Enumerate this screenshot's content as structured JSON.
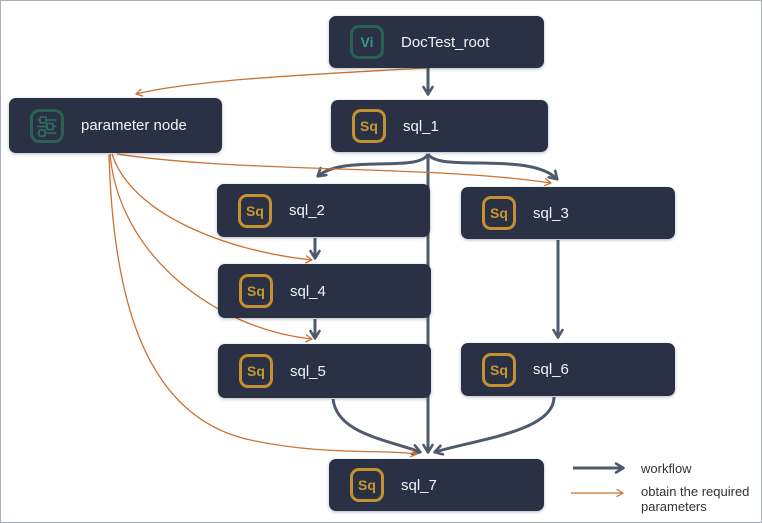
{
  "diagram": {
    "type": "workflow-dag",
    "nodes": [
      {
        "id": "DocTest_root",
        "label": "DocTest_root",
        "icon": "Vi",
        "icon_kind": "view",
        "accent": "teal"
      },
      {
        "id": "parameter_node",
        "label": "parameter node",
        "icon": "",
        "icon_kind": "sliders",
        "accent": "teal"
      },
      {
        "id": "sql_1",
        "label": "sql_1",
        "icon": "Sq",
        "icon_kind": "sql",
        "accent": "amber"
      },
      {
        "id": "sql_2",
        "label": "sql_2",
        "icon": "Sq",
        "icon_kind": "sql",
        "accent": "amber"
      },
      {
        "id": "sql_3",
        "label": "sql_3",
        "icon": "Sq",
        "icon_kind": "sql",
        "accent": "amber"
      },
      {
        "id": "sql_4",
        "label": "sql_4",
        "icon": "Sq",
        "icon_kind": "sql",
        "accent": "amber"
      },
      {
        "id": "sql_5",
        "label": "sql_5",
        "icon": "Sq",
        "icon_kind": "sql",
        "accent": "amber"
      },
      {
        "id": "sql_6",
        "label": "sql_6",
        "icon": "Sq",
        "icon_kind": "sql",
        "accent": "amber"
      },
      {
        "id": "sql_7",
        "label": "sql_7",
        "icon": "Sq",
        "icon_kind": "sql",
        "accent": "amber"
      }
    ],
    "edges": {
      "workflow": [
        [
          "DocTest_root",
          "sql_1"
        ],
        [
          "sql_1",
          "sql_2"
        ],
        [
          "sql_1",
          "sql_3"
        ],
        [
          "sql_1",
          "sql_7"
        ],
        [
          "sql_2",
          "sql_4"
        ],
        [
          "sql_4",
          "sql_5"
        ],
        [
          "sql_3",
          "sql_6"
        ],
        [
          "sql_5",
          "sql_7"
        ],
        [
          "sql_6",
          "sql_7"
        ]
      ],
      "parameter": [
        [
          "DocTest_root",
          "parameter_node"
        ],
        [
          "parameter_node",
          "sql_3"
        ],
        [
          "parameter_node",
          "sql_4"
        ],
        [
          "parameter_node",
          "sql_5"
        ],
        [
          "parameter_node",
          "sql_7"
        ]
      ]
    },
    "legend": {
      "workflow_label": "workflow",
      "parameter_label": "obtain the required parameters"
    },
    "colors": {
      "node_bg": "#2a3144",
      "node_text": "#f2f4f7",
      "workflow_edge": "#4e5a6e",
      "parameter_edge": "#cc7231",
      "teal_border": "#2b6054",
      "teal_text": "#3b9886",
      "amber": "#c3912f",
      "canvas_border": "#a9afb8"
    }
  }
}
